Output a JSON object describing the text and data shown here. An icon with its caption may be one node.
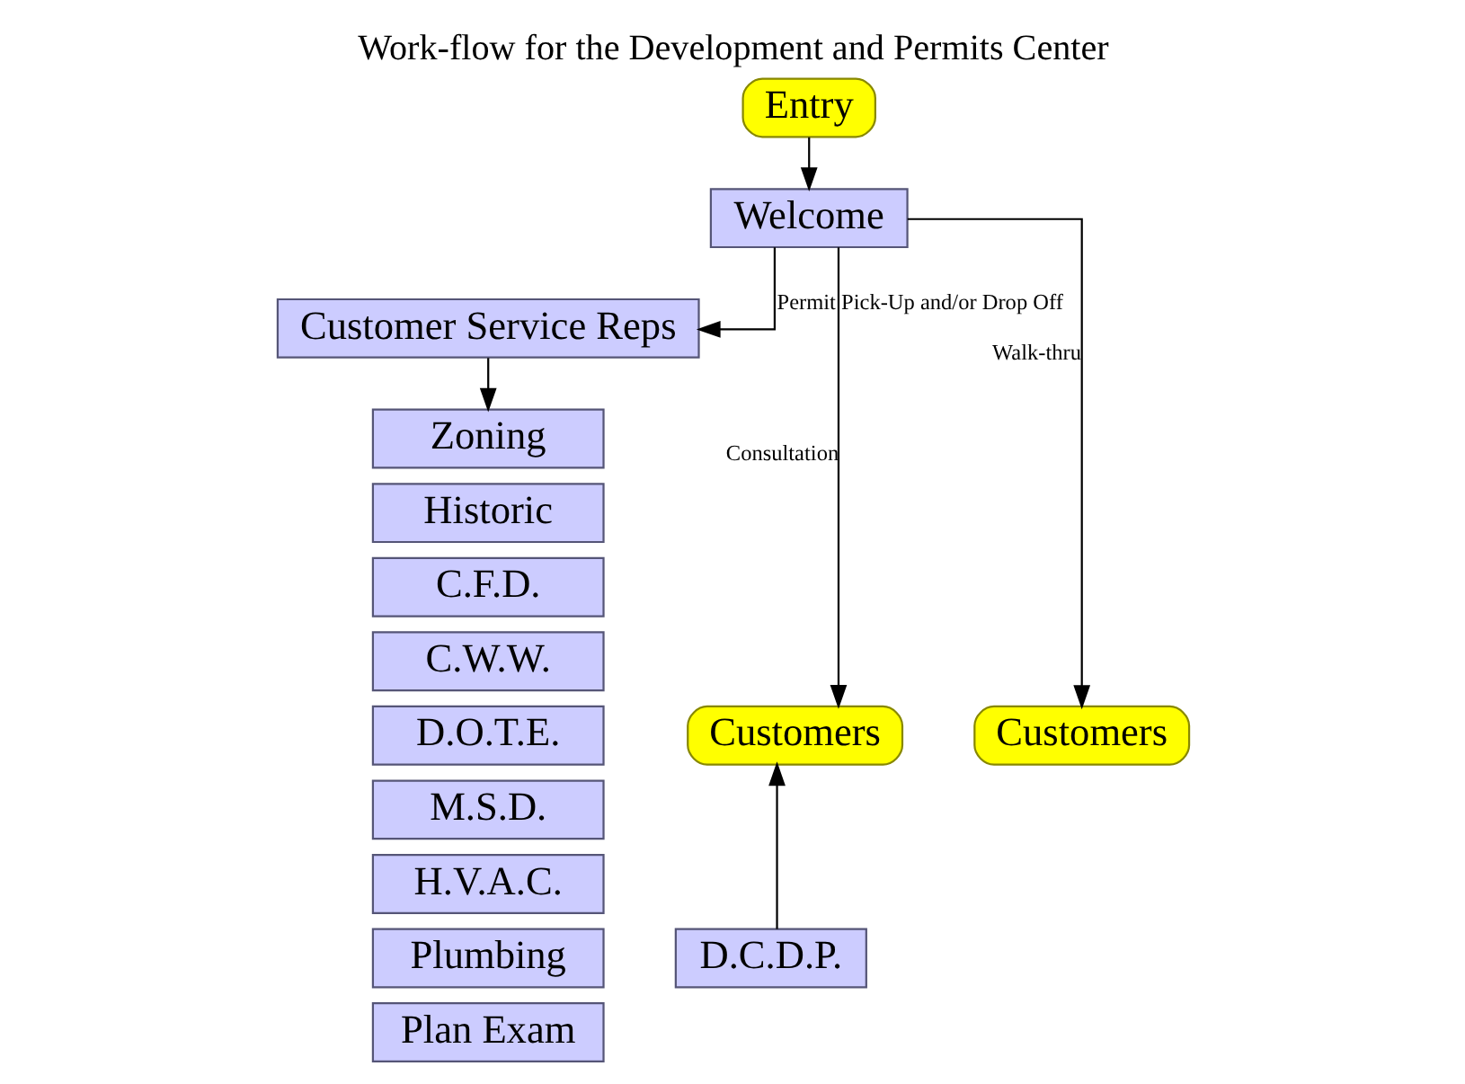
{
  "diagram": {
    "title": "Work-flow for the Development and Permits Center",
    "nodes": [
      {
        "text": [
          "Entry"
        ]
      },
      {
        "text": [
          "Welcome"
        ]
      },
      {
        "text": [
          "Customer Service Reps"
        ]
      },
      {
        "text": [
          "Zoning"
        ]
      },
      {
        "text": [
          "Historic"
        ]
      },
      {
        "text": [
          "C.F.D."
        ]
      },
      {
        "text": [
          "C.W.W."
        ]
      },
      {
        "text": [
          "D.O.T.E."
        ]
      },
      {
        "text": [
          "M.S.D."
        ]
      },
      {
        "text": [
          "H.V.A.C."
        ]
      },
      {
        "text": [
          "Plumbing"
        ]
      },
      {
        "text": [
          "Plan Exam"
        ]
      },
      {
        "text": [
          "Customers"
        ]
      },
      {
        "text": [
          "Customers"
        ]
      },
      {
        "text": [
          "D.C.D.P."
        ]
      }
    ],
    "edges": [
      {
        "from": 0,
        "to": 1,
        "arrow": "to"
      },
      {
        "from": 1,
        "to": 12,
        "arrow": "to",
        "label": "Consultation"
      },
      {
        "from": 1,
        "to": 2,
        "arrow": "to",
        "label": "Permit Pick-Up and/or Drop Off"
      },
      {
        "from": 1,
        "to": 13,
        "arrow": "to",
        "label": "Walk-thru"
      },
      {
        "from": 2,
        "to": 3,
        "arrow": "to"
      },
      {
        "from": 14,
        "to": 12,
        "arrow": "to"
      }
    ]
  }
}
